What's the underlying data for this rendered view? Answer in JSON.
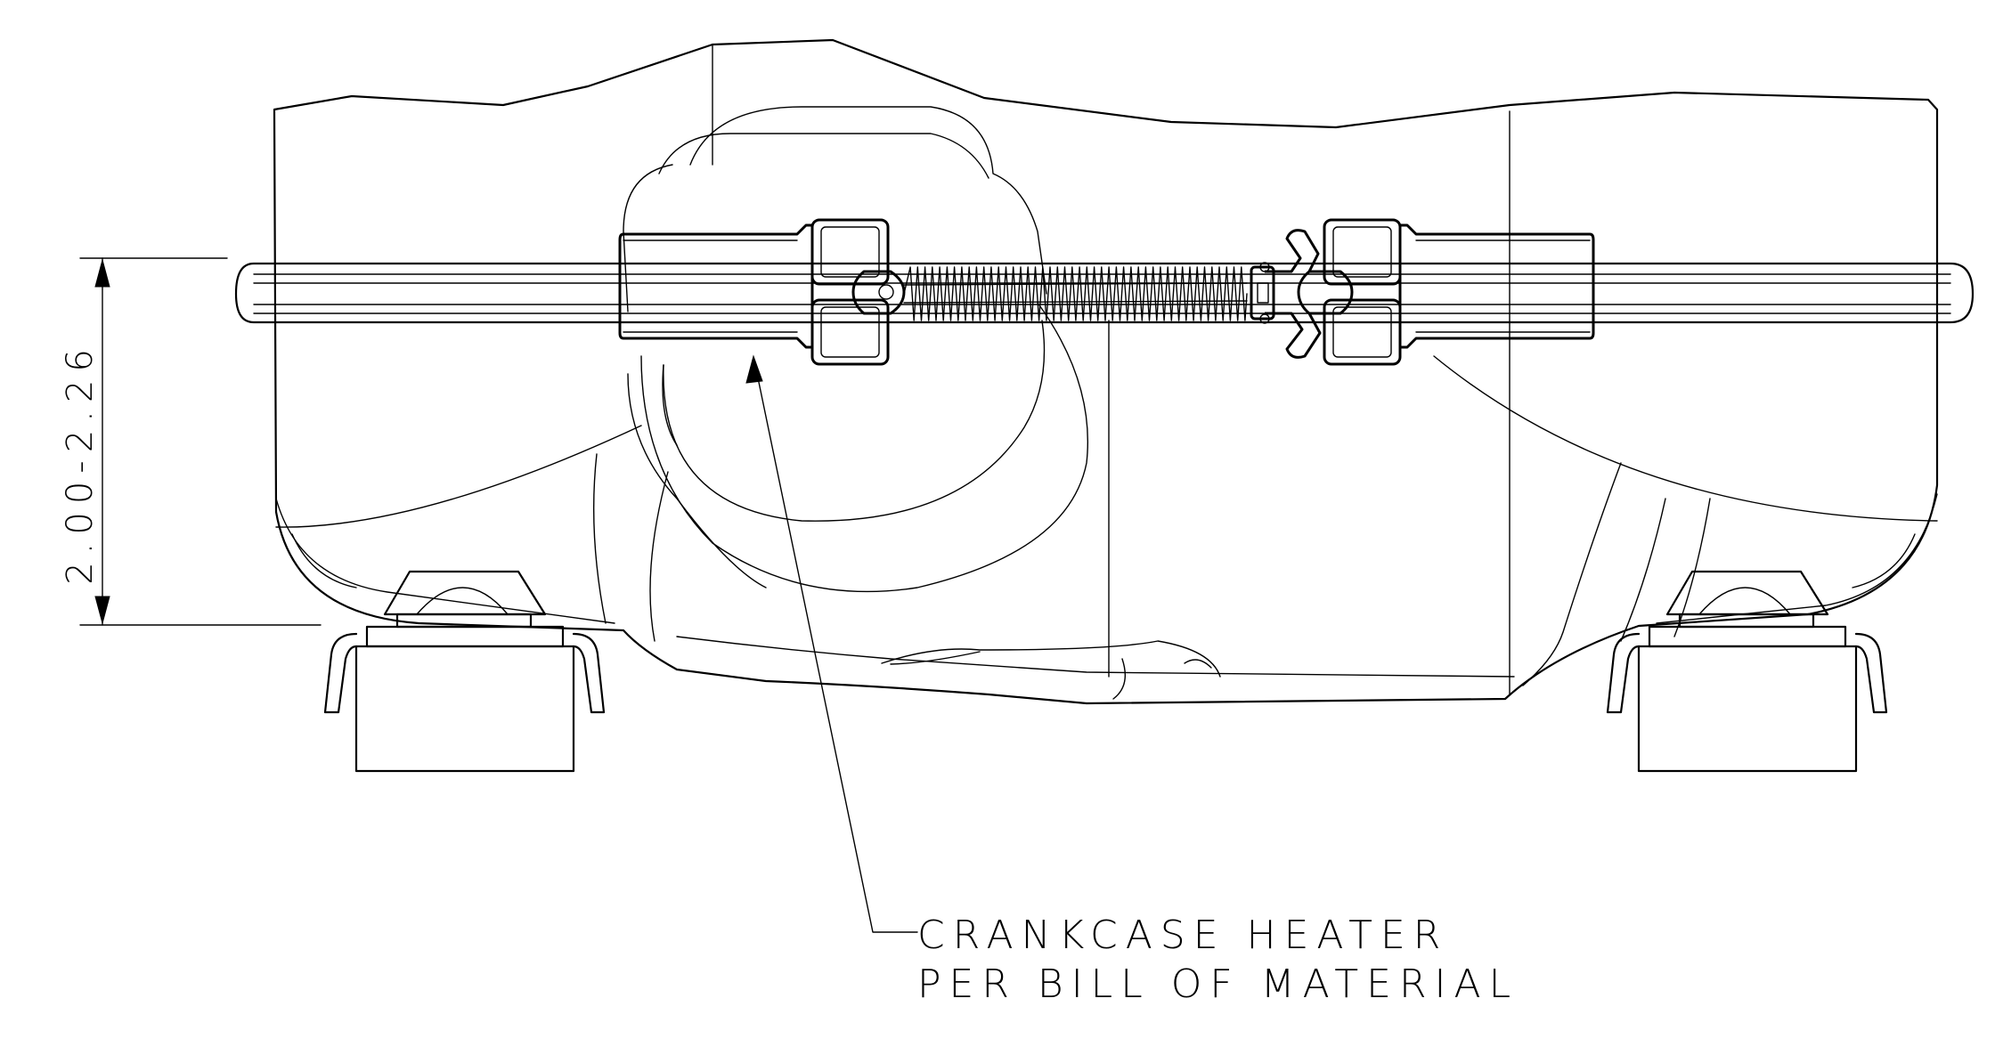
{
  "callout": {
    "line1": "CRANKCASE HEATER",
    "line2": "PER BILL OF MATERIAL"
  },
  "dimension": {
    "label": "2.00-2.26"
  },
  "colors": {
    "line": "#000000",
    "background": "#ffffff"
  }
}
